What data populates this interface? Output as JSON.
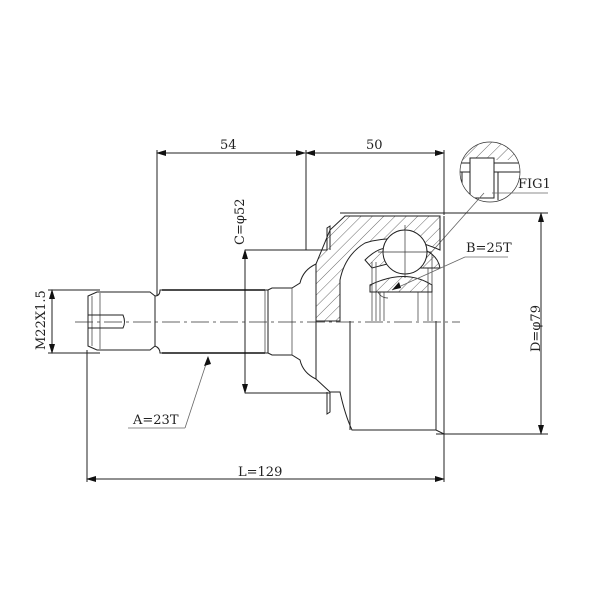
{
  "drawing": {
    "subject": "CV joint outer assembly technical drawing",
    "dimensions": {
      "top_left": "54",
      "top_right": "50",
      "length": "L=129",
      "diameter_c": "C=φ52",
      "diameter_d": "D=φ79",
      "thread": "M22X1.5"
    },
    "callouts": {
      "spline_a": "A=23T",
      "spline_b": "B=25T",
      "detail": "FIG1"
    },
    "colors": {
      "line": "#222222",
      "background": "#ffffff",
      "leader": "#666666"
    }
  }
}
